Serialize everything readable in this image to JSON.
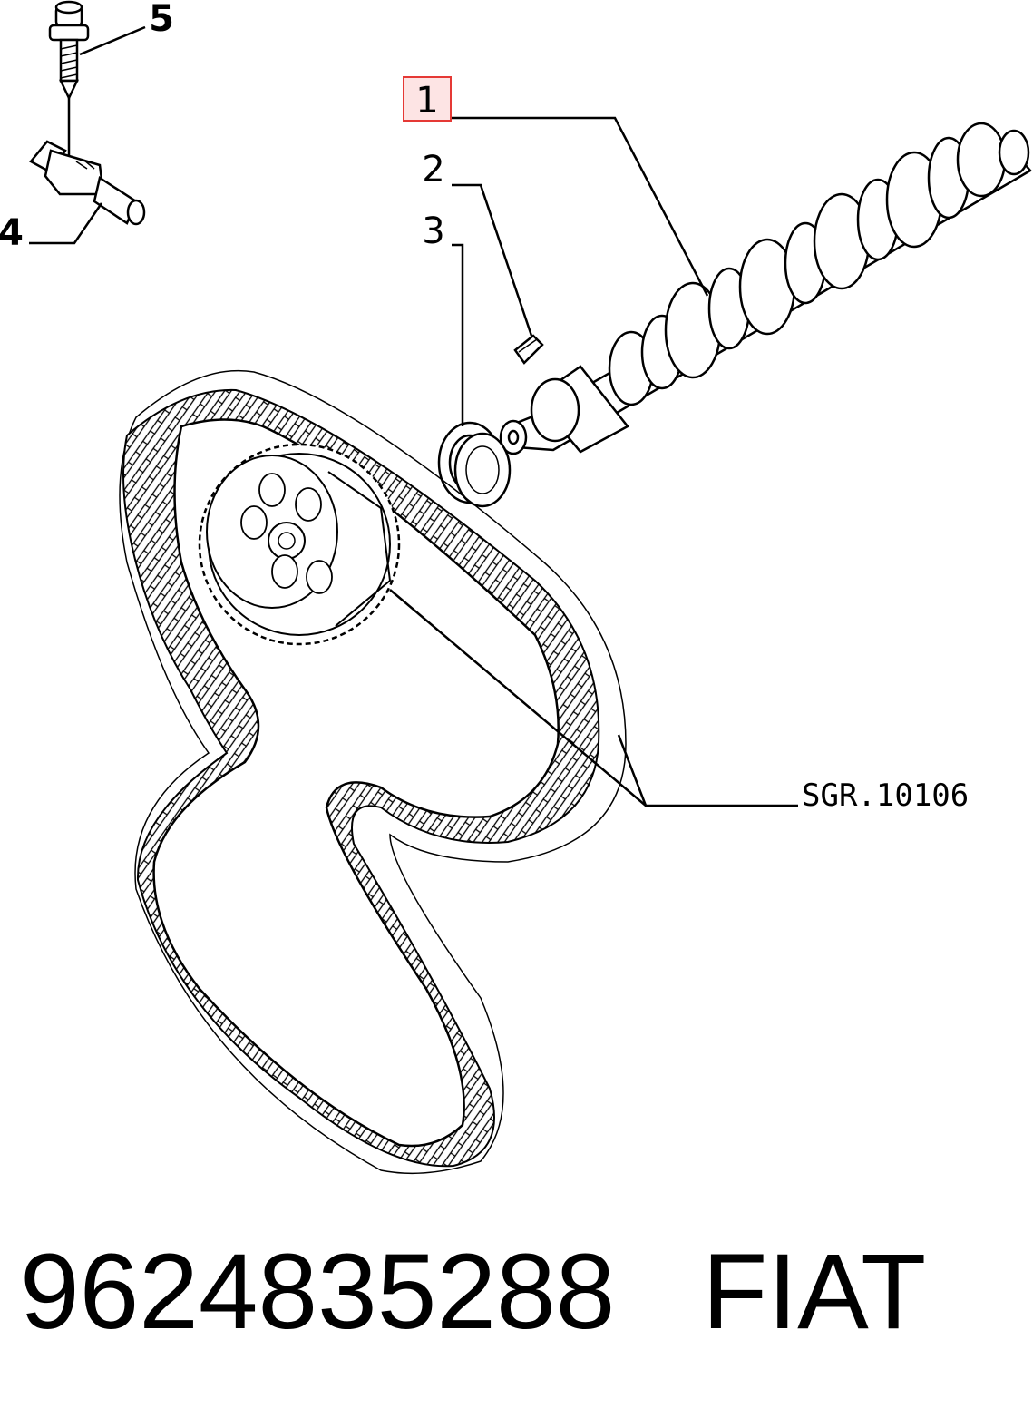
{
  "callouts": {
    "c1": "1",
    "c2": "2",
    "c3": "3",
    "c4": "4",
    "c5": "5"
  },
  "reference_code": "SGR.10106",
  "part_number": "9624835288",
  "brand": "FIAT",
  "highlight_color": "#e53935",
  "highlight_fill": "#fde4e4"
}
